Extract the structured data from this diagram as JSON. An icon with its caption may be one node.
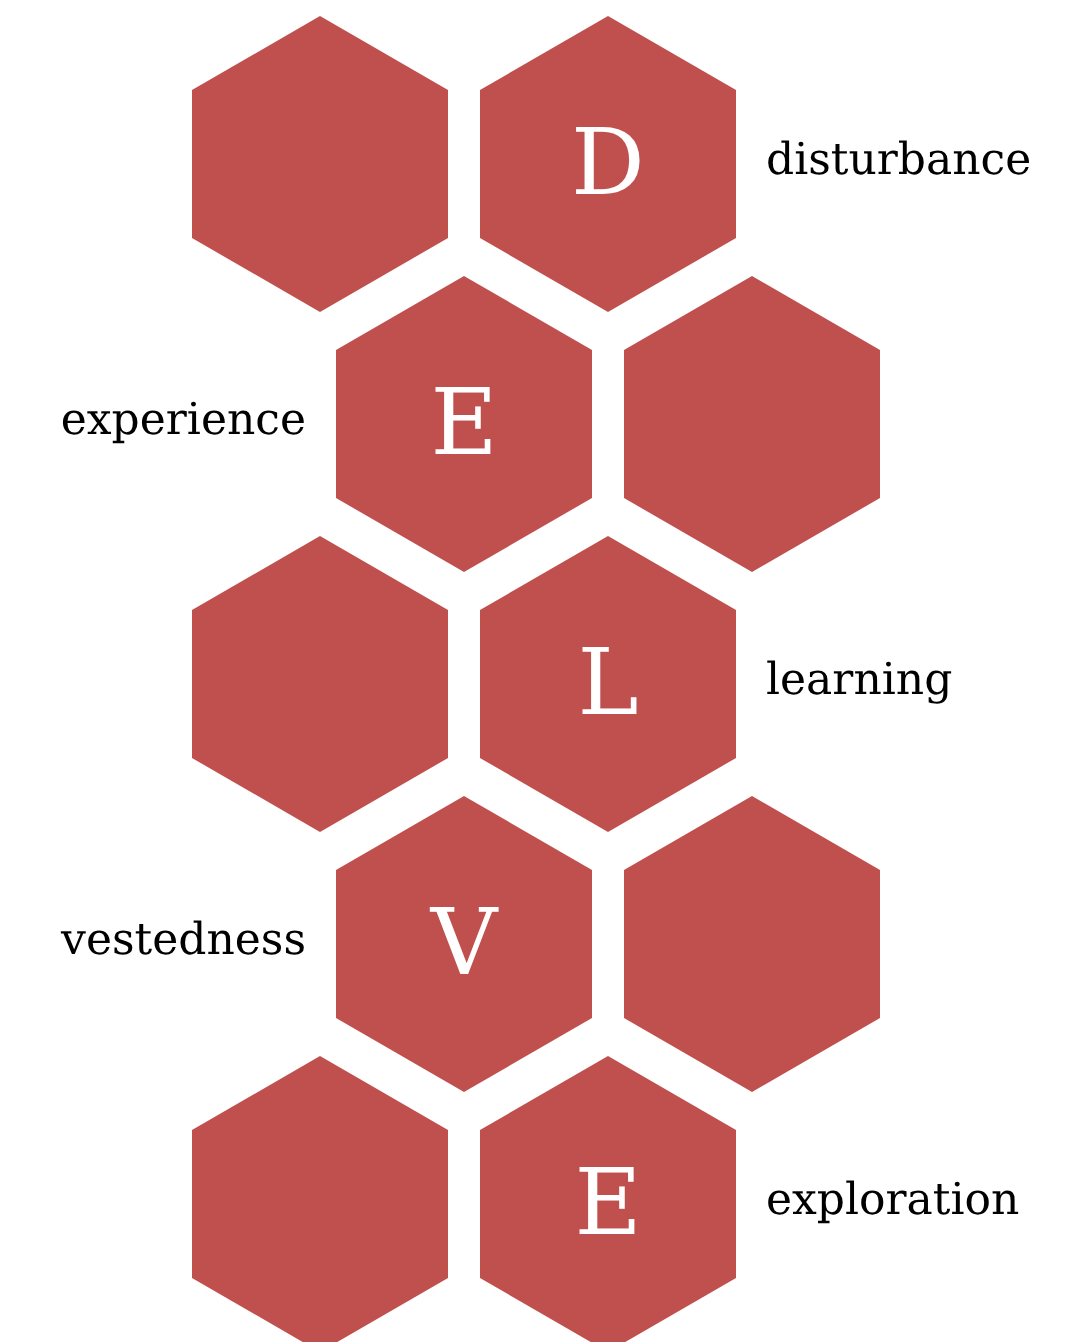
{
  "diagram": {
    "nodes": [
      {
        "text": [],
        "shape": "hexagon"
      },
      {
        "text": [
          "D"
        ],
        "beside": [
          "disturbance"
        ]
      },
      {
        "text": [
          "E"
        ],
        "beside": [
          "experience"
        ]
      },
      {
        "text": [],
        "shape": "hexagon"
      },
      {
        "text": [],
        "shape": "hexagon"
      },
      {
        "text": [
          "L"
        ],
        "beside": [
          "learning"
        ]
      },
      {
        "text": [
          "V"
        ],
        "beside": [
          "vestedness"
        ]
      },
      {
        "text": [],
        "shape": "hexagon"
      },
      {
        "text": [],
        "shape": "hexagon"
      },
      {
        "text": [
          "E"
        ],
        "beside": [
          "exploration"
        ]
      }
    ]
  }
}
